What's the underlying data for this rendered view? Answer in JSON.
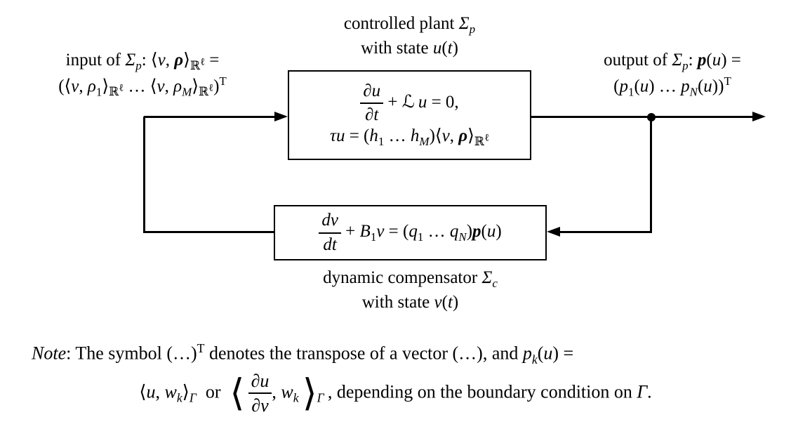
{
  "diagram": {
    "plant_caption": {
      "line1": "controlled plant <i>Σ</i><sub><i>p</i></sub>",
      "line2": "with state <i>u</i>(<i>t</i>)"
    },
    "plant_block": {
      "eq1": "<span class='frac'><span class='fnum'><i>∂u</i></span><span class='fden'><i>∂t</i></span></span> + <i>ℒ</i>&thinsp;<i>u</i> = 0,",
      "eq2": "<i>τu</i> = (<i>h</i><sub>1</sub> … <i>h</i><sub><i>M</i></sub>)⟨<i>v</i>, <b><i>ρ</i></b>⟩<sub>ℝ<sup>ℓ</sup></sub>"
    },
    "input_label": {
      "line1": "input of <i>Σ</i><sub><i>p</i></sub>: ⟨<i>v</i>, <b><i>ρ</i></b>⟩<sub>ℝ<sup>ℓ</sup></sub> =",
      "line2": "(⟨<i>v</i>, <i>ρ</i><sub>1</sub>⟩<sub>ℝ<sup>ℓ</sup></sub> … ⟨<i>v</i>, <i>ρ</i><sub><i>M</i></sub>⟩<sub>ℝ<sup>ℓ</sup></sub>)<sup>T</sup>"
    },
    "output_label": {
      "line1": "output of <i>Σ</i><sub><i>p</i></sub>: <b><i>p</i></b>(<i>u</i>) =",
      "line2": "(<i>p</i><sub>1</sub>(<i>u</i>) … <i>p</i><sub><i>N</i></sub>(<i>u</i>))<sup>T</sup>"
    },
    "compensator_block": {
      "eq": "<span class='frac'><span class='fnum'><i>dv</i></span><span class='fden'><i>dt</i></span></span> + <i>B</i><sub>1</sub><i>v</i> = (<i>q</i><sub>1</sub> … <i>q</i><sub><i>N</i></sub>)<b><i>p</i></b>(<i>u</i>)"
    },
    "compensator_caption": {
      "line1": "dynamic compensator <i>Σ</i><sub><i>c</i></sub>",
      "line2": "with state <i>v</i>(<i>t</i>)"
    }
  },
  "note": {
    "line1": "<i>Note</i>: The symbol (…)<sup>T</sup> denotes the transpose of a vector (…), and <i>p</i><sub><i>k</i></sub>(<i>u</i>) =",
    "line2": "⟨<i>u</i>, <i>w</i><sub><i>k</i></sub>⟩<sub><i>Γ</i></sub>&nbsp; or &nbsp;<span class='bigang'>⟨</span>&thinsp;<span class='frac'><span class='fnum'><i>∂u</i></span><span class='fden'><i>∂ν</i></span></span>, <i>w</i><sub><i>k</i></sub>&thinsp;<span class='bigang'>⟩</span><sub><i>Γ</i></sub>&thinsp;, depending on the boundary condition on <i>Γ</i>."
  },
  "colors": {
    "line": "#000000",
    "background": "#ffffff"
  }
}
